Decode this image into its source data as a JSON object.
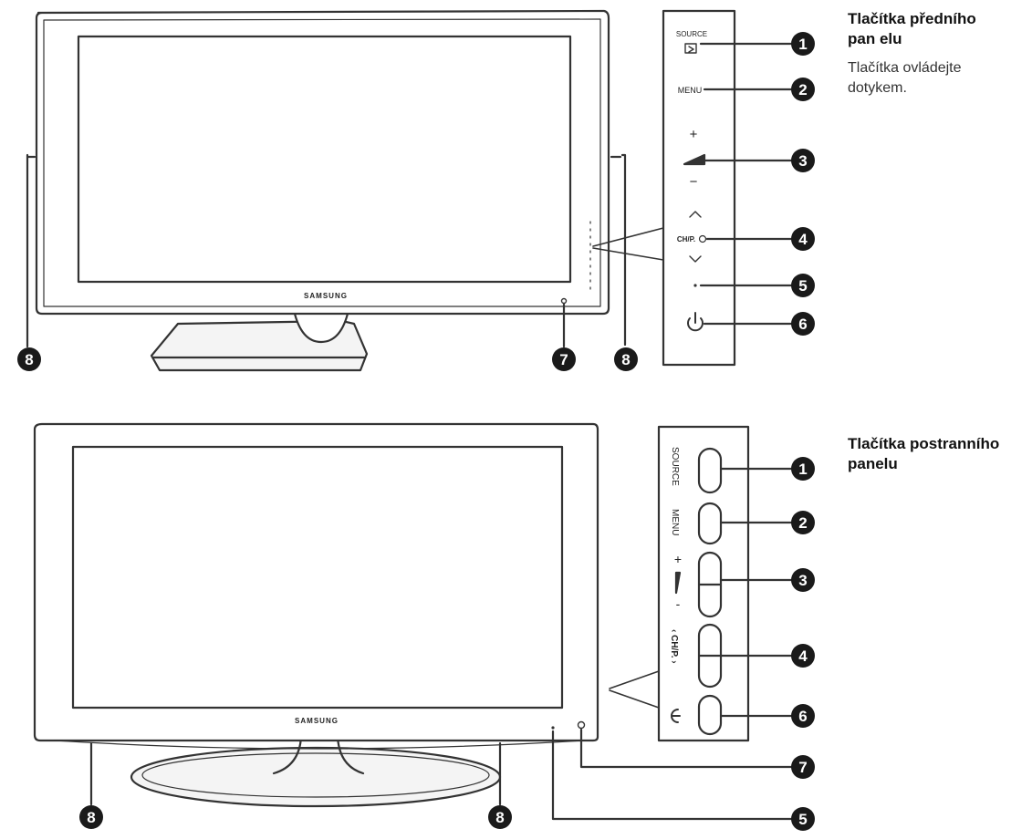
{
  "brand": "SAMSUNG",
  "front_panel": {
    "title_line1": "Tlačítka předního",
    "title_line2": "pan elu",
    "desc_line1": "Tlačítka ovládejte",
    "desc_line2": "dotykem.",
    "labels": {
      "source": "SOURCE",
      "menu": "MENU",
      "plus": "+",
      "minus": "−",
      "ch": "CH/P."
    },
    "numbers": [
      "1",
      "2",
      "3",
      "4",
      "5",
      "6",
      "7",
      "8",
      "8"
    ]
  },
  "side_panel": {
    "title_line1": "Tlačítka postranního",
    "title_line2": "panelu",
    "labels": {
      "source": "SOURCE",
      "menu": "MENU",
      "plus": "+",
      "minus": "-",
      "ch": "‹ CH/P. ›"
    },
    "numbers": [
      "1",
      "2",
      "3",
      "4",
      "6",
      "7",
      "5",
      "8",
      "8"
    ]
  },
  "colors": {
    "line": "#333333",
    "marker": "#1a1a1a",
    "bezel": "#ffffff",
    "stand": "#f4f4f4"
  }
}
